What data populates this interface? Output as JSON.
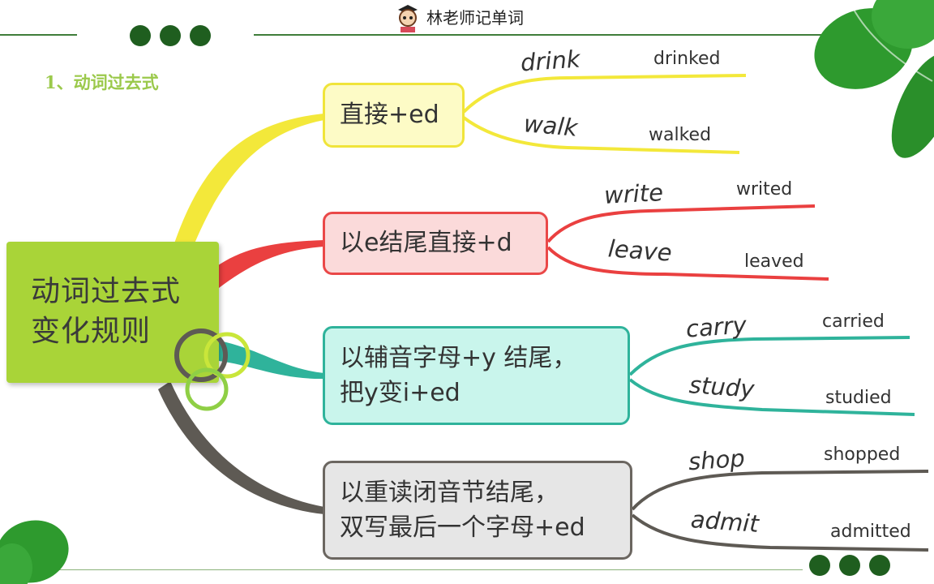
{
  "header": {
    "title": "林老师记单词"
  },
  "subtitle": "1、动词过去式",
  "center": {
    "line1": "动词过去式",
    "line2": "变化规则"
  },
  "branches": [
    {
      "rule": [
        "直接+ed"
      ],
      "color": "#f3e83a",
      "words": [
        {
          "verb": "drink",
          "past": "drinked"
        },
        {
          "verb": "walk",
          "past": "walked"
        }
      ]
    },
    {
      "rule": [
        "以e结尾直接+d"
      ],
      "color": "#ea4040",
      "words": [
        {
          "verb": "write",
          "past": "writed"
        },
        {
          "verb": "leave",
          "past": "leaved"
        }
      ]
    },
    {
      "rule": [
        "以辅音字母+y 结尾，",
        "把y变i+ed"
      ],
      "color": "#2fb39b",
      "words": [
        {
          "verb": "carry",
          "past": "carried"
        },
        {
          "verb": "study",
          "past": "studied"
        }
      ]
    },
    {
      "rule": [
        "以重读闭音节结尾，",
        "双写最后一个字母+ed"
      ],
      "color": "#5e5a54",
      "words": [
        {
          "verb": "shop",
          "past": "shopped"
        },
        {
          "verb": "admit",
          "past": "admitted"
        }
      ]
    }
  ]
}
